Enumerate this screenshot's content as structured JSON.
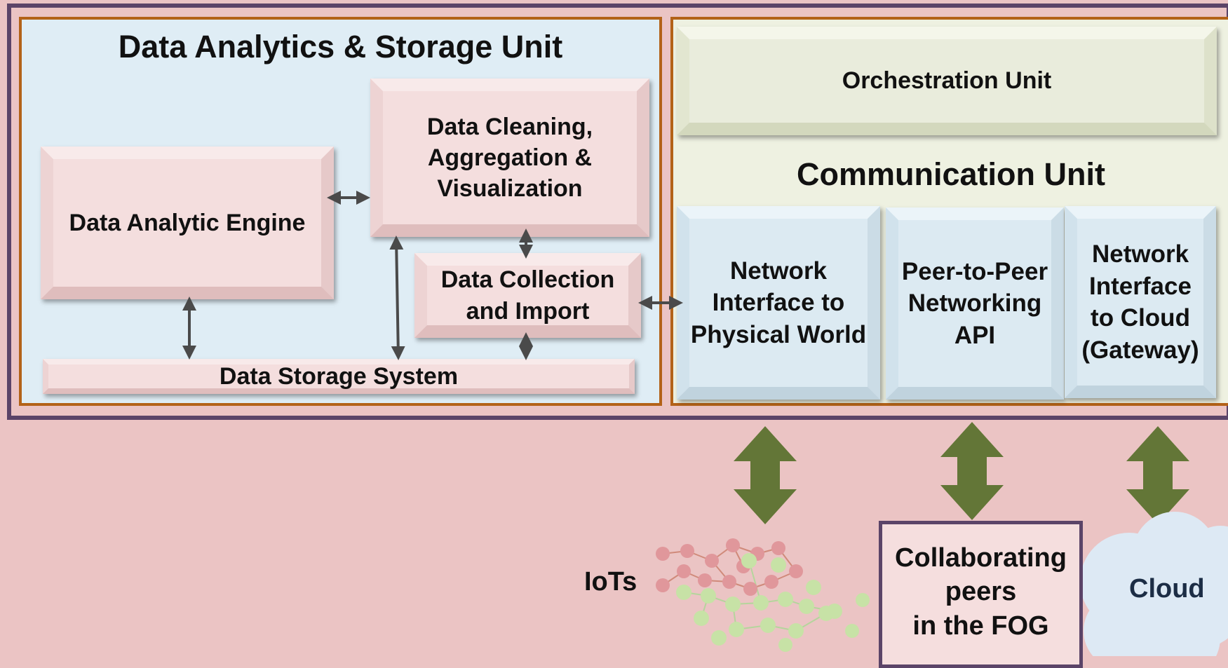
{
  "data_analytics_unit": {
    "title": "Data Analytics & Storage Unit",
    "analytic_engine": "Data Analytic Engine",
    "cleaning": "Data Cleaning,\nAggregation &\nVisualization",
    "collection": "Data Collection\nand Import",
    "storage": "Data Storage System"
  },
  "orchestration_unit": {
    "label": "Orchestration Unit"
  },
  "communication_unit": {
    "title": "Communication Unit",
    "interface_physical": "Network\nInterface to\nPhysical World",
    "p2p_api": "Peer-to-Peer\nNetworking\nAPI",
    "interface_cloud": "Network\nInterface\nto Cloud\n(Gateway)"
  },
  "external": {
    "iots": "IoTs",
    "peers": "Collaborating\npeers\nin the FOG",
    "cloud": "Cloud"
  },
  "colors": {
    "outer_border": "#5b4468",
    "panel_border": "#b36218",
    "big_arrow": "#637637",
    "connector": "#4a4a4a",
    "iot_node_red": "#e0979b",
    "iot_node_green": "#c7e2a6",
    "cloud_fill": "#dde9f4"
  }
}
